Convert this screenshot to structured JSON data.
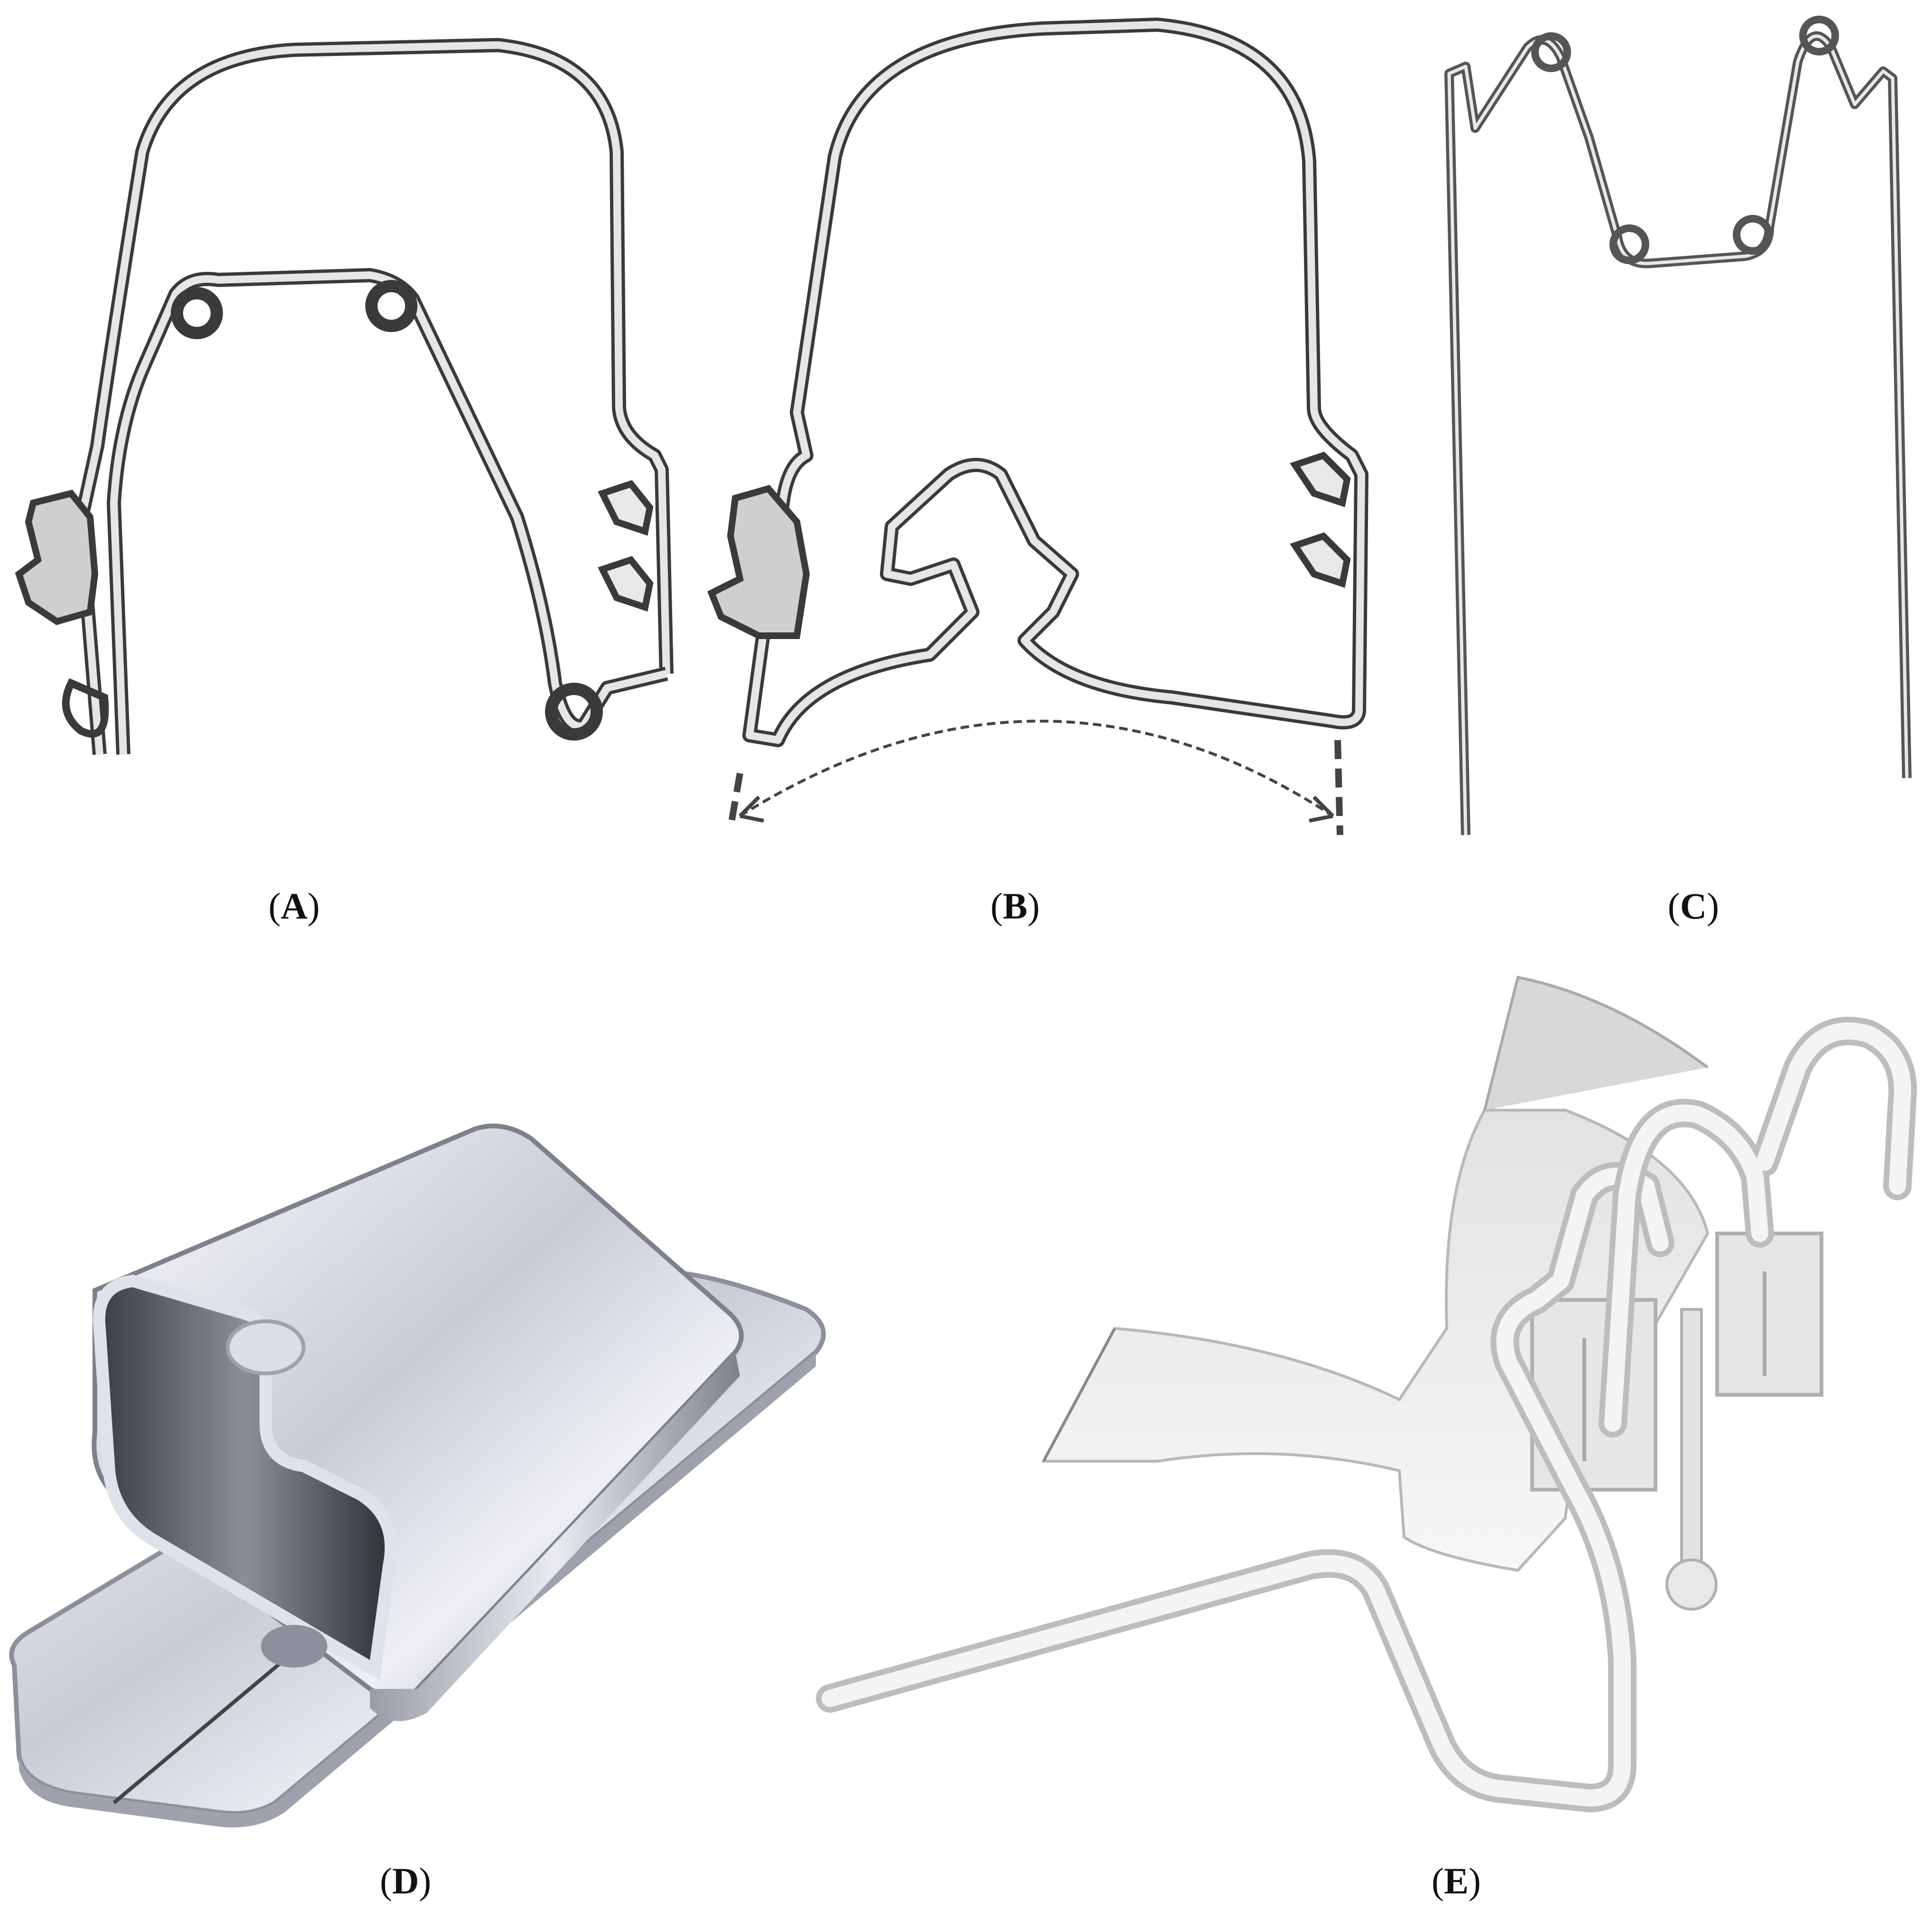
{
  "panels": [
    {
      "id": "A",
      "label_open": "(",
      "letter": "A",
      "label_close": ")"
    },
    {
      "id": "B",
      "label_open": "(",
      "letter": "B",
      "label_close": ")"
    },
    {
      "id": "C",
      "label_open": "(",
      "letter": "C",
      "label_close": ")"
    },
    {
      "id": "D",
      "label_open": "(",
      "letter": "D",
      "label_close": ")"
    },
    {
      "id": "E",
      "label_open": "(",
      "letter": "E",
      "label_close": ")"
    }
  ],
  "colors": {
    "wire_outline": "#3a3a3a",
    "wire_fill": "#e6e6e6",
    "tab_fill": "#cfcfcf",
    "metal_light": "#f2f3f7",
    "metal_mid": "#c9ccd6",
    "metal_dark": "#8d909c",
    "render_white": "#f4f4f4",
    "render_shadow": "#c8c8c8"
  }
}
